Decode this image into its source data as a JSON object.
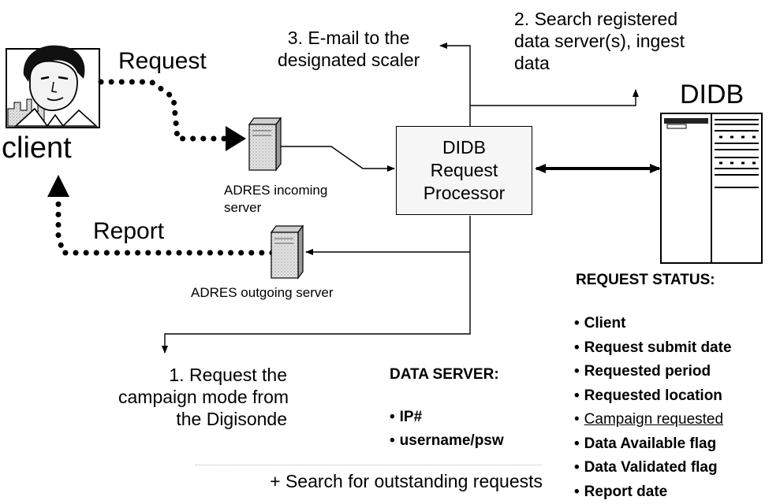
{
  "client": {
    "label": "client"
  },
  "arrows": {
    "request_label": "Request",
    "report_label": "Report"
  },
  "servers": {
    "incoming_label": "ADRES incoming server",
    "outgoing_label": "ADRES outgoing server"
  },
  "processor": {
    "line1": "DIDB",
    "line2": "Request",
    "line3": "Processor"
  },
  "steps": {
    "step1": [
      "1. Request the",
      "campaign mode from",
      "the Digisonde"
    ],
    "step2": [
      "2. Search registered",
      "data server(s), ingest",
      "data"
    ],
    "step3": [
      "3. E-mail to the",
      "designated scaler"
    ]
  },
  "didb": {
    "title": "DIDB"
  },
  "data_server": {
    "title": "DATA SERVER:",
    "items": [
      "IP#",
      "username/psw"
    ]
  },
  "request_status": {
    "title": "REQUEST STATUS:",
    "items": [
      "Client",
      "Request submit date",
      "Requested period",
      "Requested location",
      "Campaign requested",
      "Data Available flag",
      "Data Validated flag",
      "Report date"
    ]
  },
  "footer": {
    "text": "+ Search for outstanding requests"
  }
}
